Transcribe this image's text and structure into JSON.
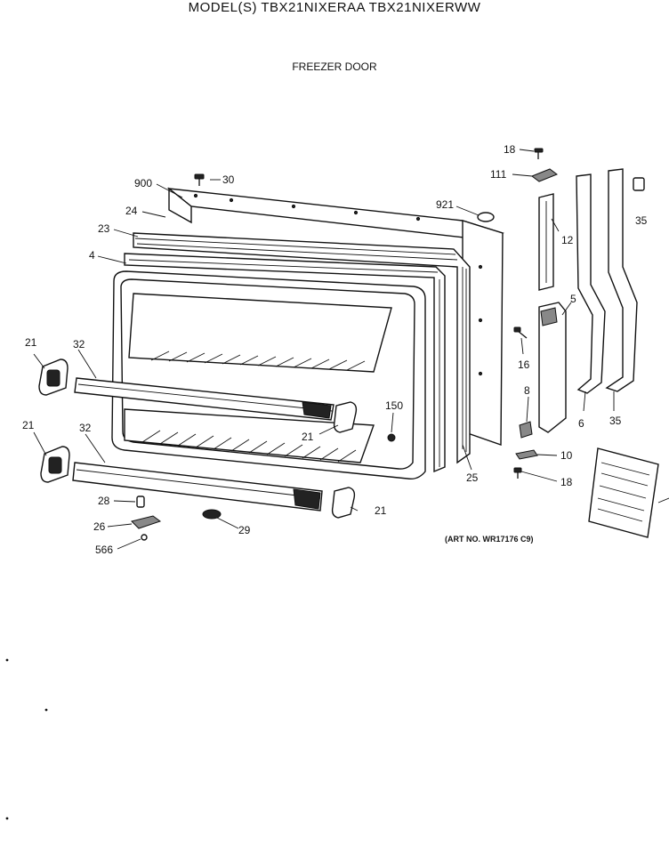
{
  "header": {
    "title": "MODEL(S) TBX21NIXERAA  TBX21NIXERWW",
    "subtitle": "FREEZER DOOR"
  },
  "art_number": "(ART NO. WR17176 C9)",
  "callouts": {
    "c18a": "18",
    "c111": "111",
    "c900": "900",
    "c30": "30",
    "c921": "921",
    "c35a": "35",
    "c24": "24",
    "c23": "23",
    "c12": "12",
    "c4": "4",
    "c5": "5",
    "c16": "16",
    "c21a": "21",
    "c32a": "32",
    "c8": "8",
    "c150": "150",
    "c21b": "21",
    "c6": "6",
    "c35b": "35",
    "c21c": "21",
    "c32b": "32",
    "c10": "10",
    "c25": "25",
    "c18b": "18",
    "c28": "28",
    "c21d": "21",
    "c26": "26",
    "c29": "29",
    "c566": "566"
  }
}
